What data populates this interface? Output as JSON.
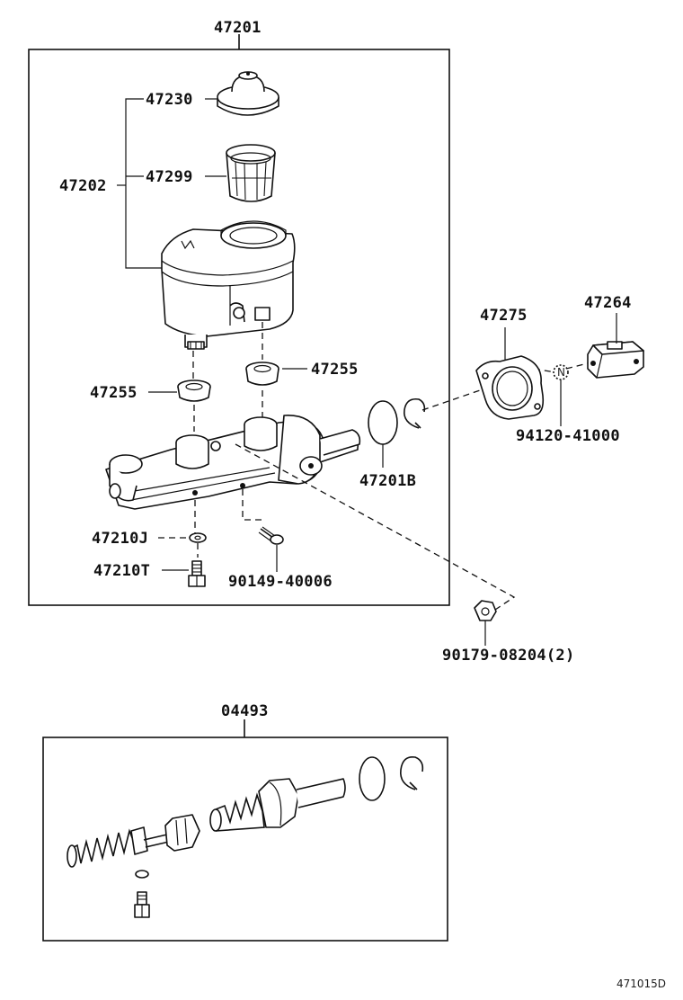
{
  "labels": {
    "assembly_top": "47201",
    "reservoir_cap": "47230",
    "reservoir_assy": "47202",
    "strainer": "47299",
    "grommet_left": "47255",
    "grommet_right": "47255",
    "gasket": "47275",
    "push_rod_clevis": "47264",
    "nut_spec": "94120-41000",
    "o_ring": "47201B",
    "washer": "47210J",
    "union_bolt": "47210T",
    "screw": "90149-40006",
    "mount_nut": "90179-08204(2)",
    "kit": "04493",
    "nut_marker": "N",
    "footer_code": "471015D"
  }
}
